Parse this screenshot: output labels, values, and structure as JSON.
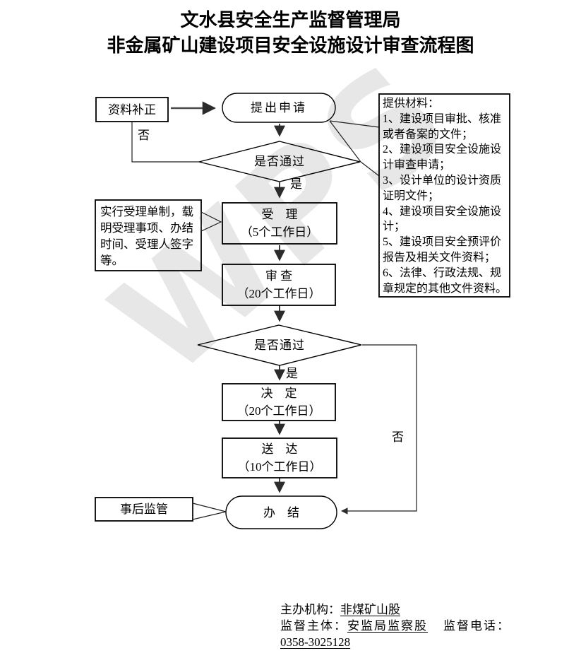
{
  "page": {
    "title_line1": "文水县安全生产监督管理局",
    "title_line2": "非金属矿山建设项目安全设施设计审查流程图",
    "watermark": "WPS"
  },
  "colors": {
    "background": "#ffffff",
    "ink": "#000000",
    "arrow_gray": "#3d3d3d",
    "watermark_gray": "#e7e7e7"
  },
  "flowchart": {
    "labels": {
      "data_correction": "资料补正",
      "submit_application": "提出申请",
      "pass_check_1": "是否通过",
      "no_label_1": "否",
      "yes_label_1": "是",
      "acceptance": "受　理\n（5个工作日）",
      "review": "审 查\n（20个工作日）",
      "pass_check_2": "是否通过",
      "yes_label_2": "是",
      "no_label_2": "否",
      "decision": "决　定\n（20个工作日）",
      "delivery": "送　达\n（10个工作日）",
      "completion": "办　结",
      "post_supervision": "事后监管"
    },
    "callouts": {
      "acceptance_note": "实行受理单制，载\n明受理事项、办结\n时间、受理人签字\n等。",
      "materials": "提供材料：\n1、建设项目审批、核准\n或者备案的文件；\n2、建设项目安全设施设\n计审查申请；\n3、设计单位的设计资质\n证明文件；\n4、建设项目安全设施设\n计；\n5、建设项目安全预评价\n报告及相关文件资料；\n6、法律、行政法规、规\n章规定的其他文件资料。"
    },
    "edges": [
      {
        "from": "data_correction",
        "to": "submit_application",
        "label": ""
      },
      {
        "from": "submit_application",
        "to": "pass_check_1",
        "label": ""
      },
      {
        "from": "pass_check_1",
        "to": "data_correction",
        "label": "否"
      },
      {
        "from": "pass_check_1",
        "to": "acceptance",
        "label": "是"
      },
      {
        "from": "acceptance",
        "to": "review",
        "label": ""
      },
      {
        "from": "review",
        "to": "pass_check_2",
        "label": ""
      },
      {
        "from": "pass_check_2",
        "to": "decision",
        "label": "是"
      },
      {
        "from": "pass_check_2",
        "to": "completion",
        "label": "否"
      },
      {
        "from": "decision",
        "to": "delivery",
        "label": ""
      },
      {
        "from": "delivery",
        "to": "completion",
        "label": ""
      },
      {
        "from": "post_supervision",
        "to": "completion",
        "label": ""
      },
      {
        "from": "acceptance_note",
        "to": "acceptance",
        "label": ""
      },
      {
        "from": "materials",
        "to": "submit_application",
        "label": ""
      },
      {
        "from": "materials",
        "to": "pass_check_1",
        "label": ""
      }
    ]
  },
  "footer": {
    "organizer_label": "主办机构：",
    "organizer_value": "非煤矿山股",
    "supervisor_label": "监督主体：",
    "supervisor_value": "安监局监察股",
    "phone_label": "监督电话：",
    "phone_value": "0358-3025128"
  }
}
